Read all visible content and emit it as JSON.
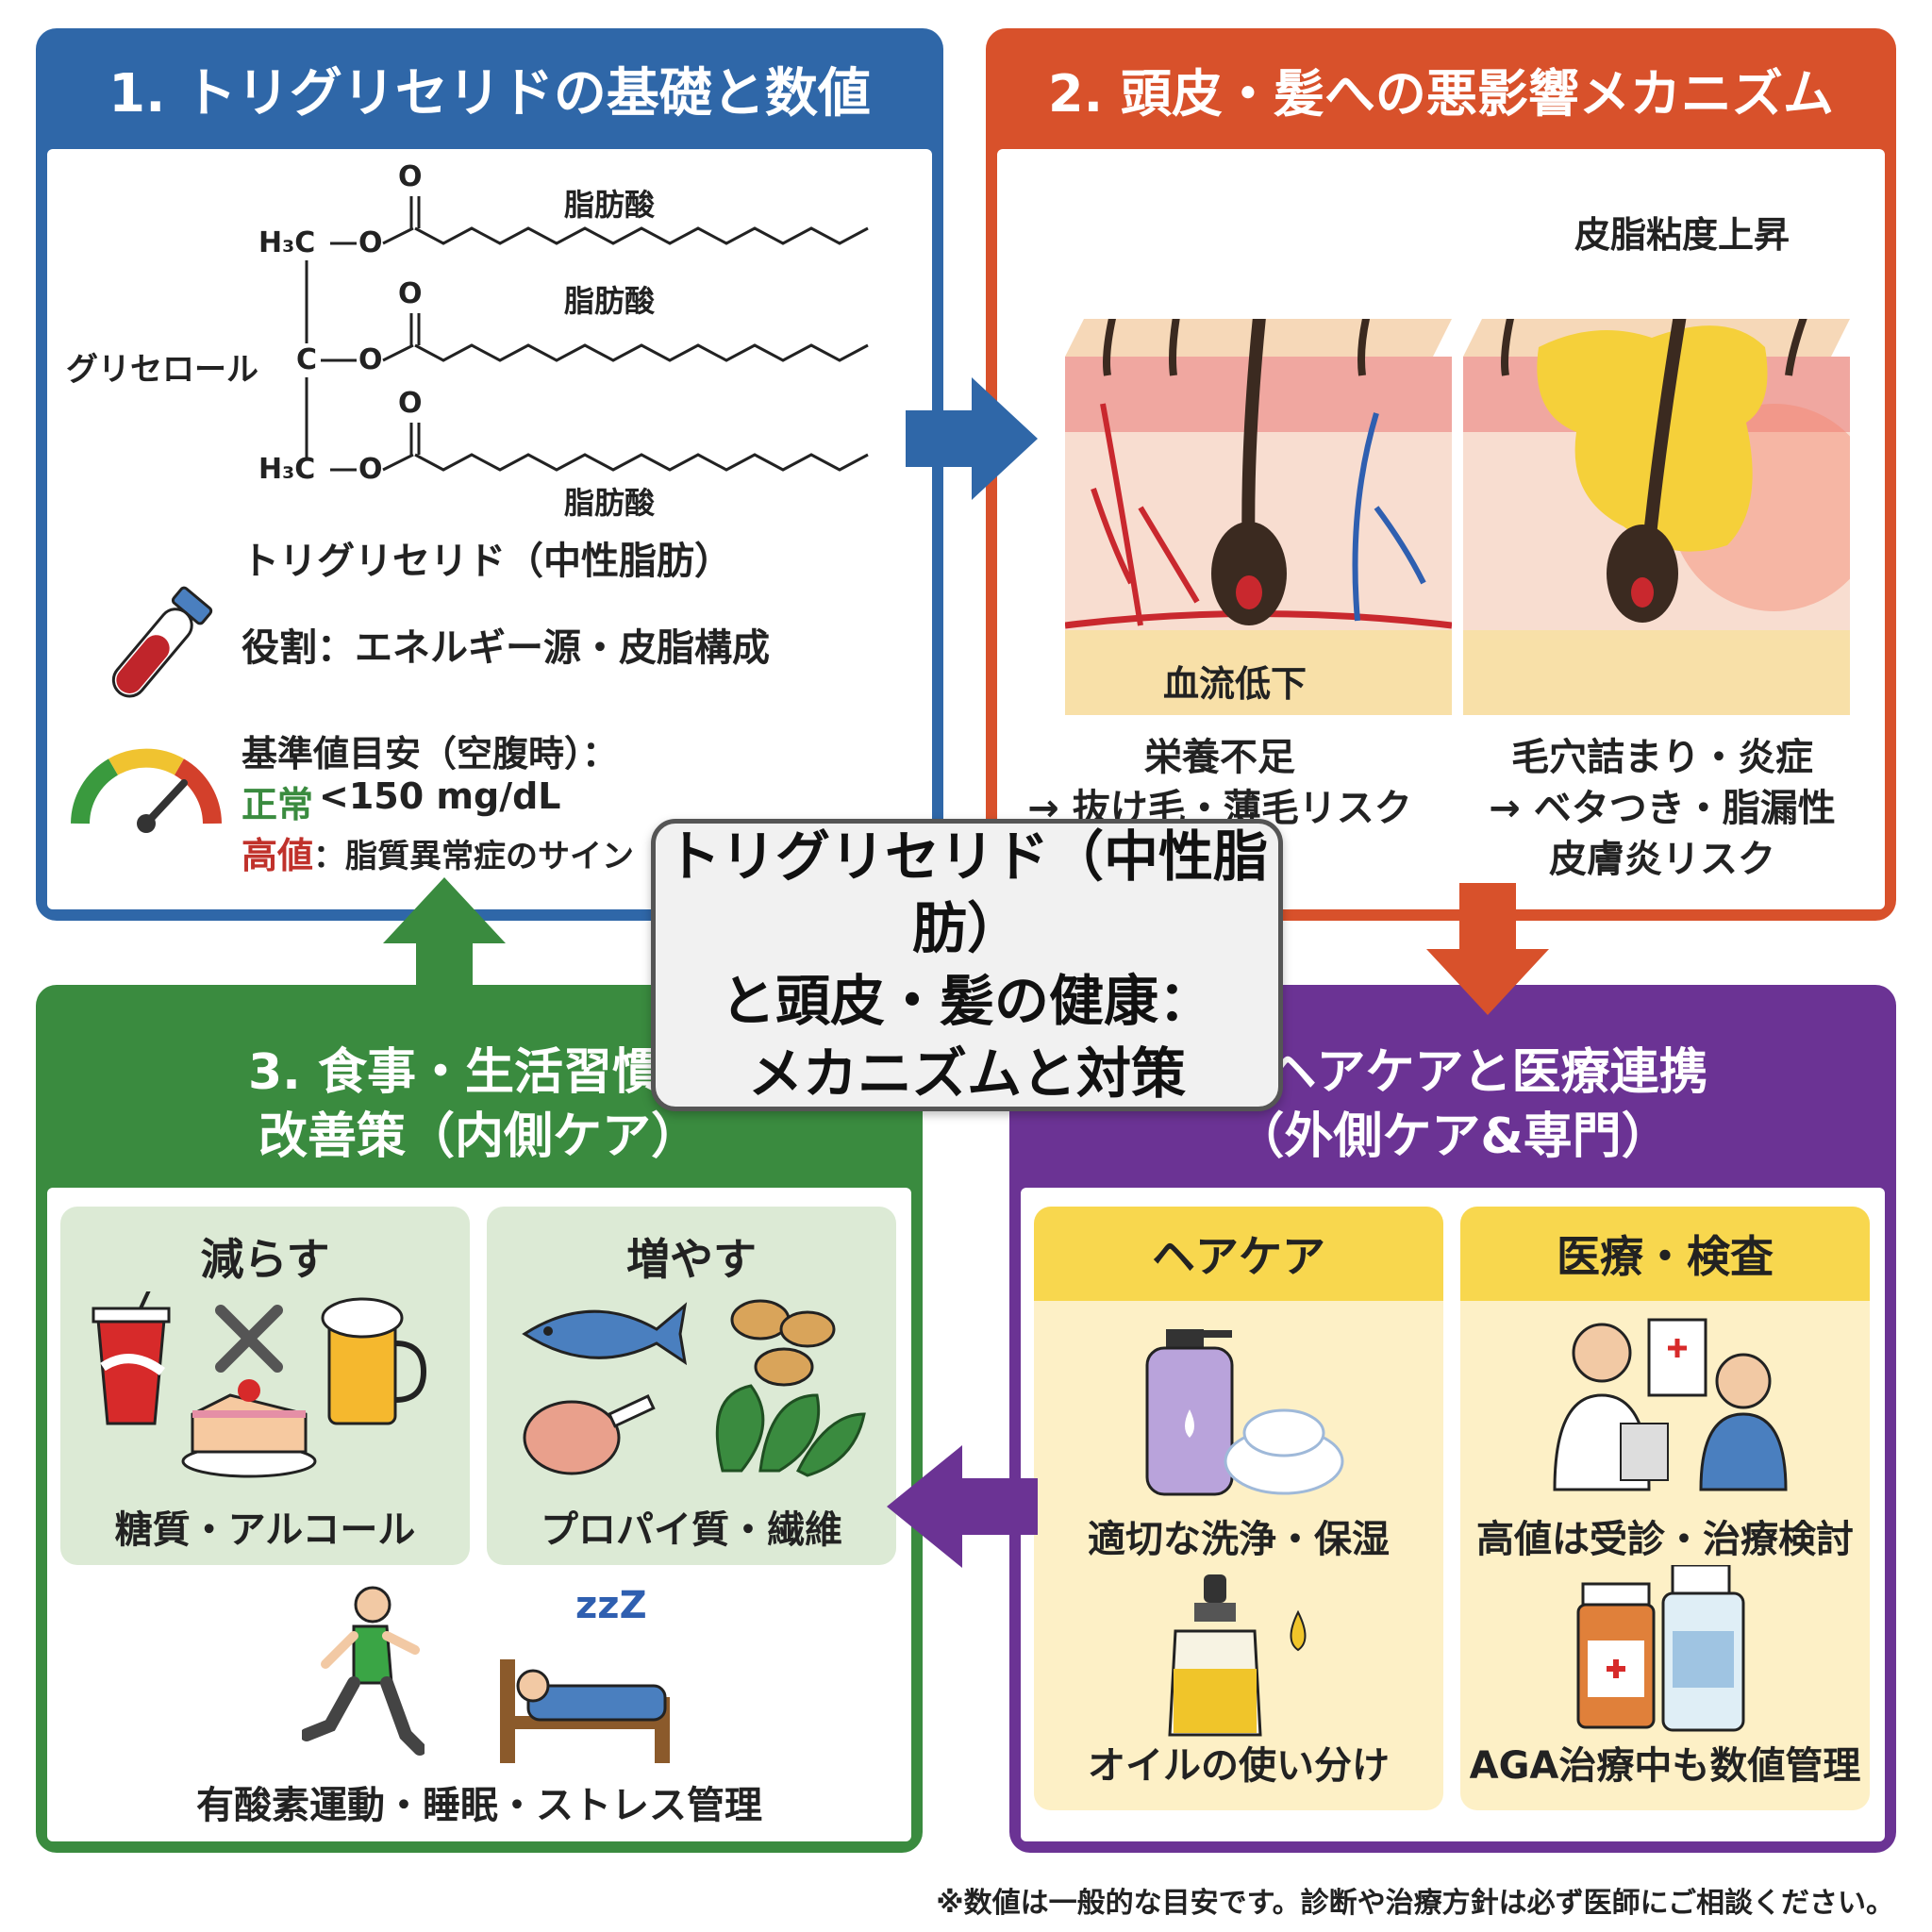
{
  "center": {
    "line1": "トリグリセリド（中性脂肪）",
    "line2": "と頭皮・髪の健康：",
    "line3": "メカニズムと対策"
  },
  "panel1": {
    "title": "1. トリグリセリドの基礎と数値",
    "structure": {
      "fatty_acid_top": "脂肪酸",
      "fatty_acid_mid": "脂肪酸",
      "fatty_acid_bottom": "脂肪酸",
      "glycerol": "グリセロール",
      "h3c_top": "H₃C",
      "c_mid": "C",
      "h3c_bottom": "H₃C",
      "o": "O",
      "name": "トリグリセリド（中性脂肪）"
    },
    "role": "役割：エネルギー源・皮脂構成",
    "reference": {
      "heading": "基準値目安（空腹時）：",
      "normal_label": "正常",
      "normal_value": "<150 mg/dL",
      "high_label": "高値",
      "high_value": "：脂質異常症のサイン"
    }
  },
  "panel2": {
    "title": "2. 頭皮・髪への悪影響メカニズム",
    "left": {
      "image_label": "血流低下",
      "caption_line1": "栄養不足",
      "caption_line2": "→ 抜け毛・薄毛リスク"
    },
    "right": {
      "image_label": "皮脂粘度上昇",
      "caption_line1": "毛穴詰まり・炎症",
      "caption_line2": "→ ベタつき・脂漏性",
      "caption_line3": "皮膚炎リスク"
    }
  },
  "panel3": {
    "title_line1": "3. 食事・生活習慣の",
    "title_line2": "改善策（内側ケア）",
    "reduce": {
      "heading": "減らす",
      "caption": "糖質・アルコール"
    },
    "increase": {
      "heading": "増やす",
      "caption": "プロパイ質・繊維"
    },
    "lifestyle": {
      "caption": "有酸素運動・睡眠・ストレス管理",
      "sleep_text": "zzZ"
    }
  },
  "panel4": {
    "title_line1": "4. ヘアケアと医療連携",
    "title_line2": "（外側ケア&専門）",
    "haircare": {
      "heading": "ヘアケア",
      "caption1": "適切な洗浄・保湿",
      "caption2": "オイルの使い分け"
    },
    "medical": {
      "heading": "医療・検査",
      "caption1": "高値は受診・治療検討",
      "caption2": "AGA治療中も数値管理"
    }
  },
  "footnote": "※数値は一般的な目安です。診断や治療方針は必ず医師にご相談ください。",
  "colors": {
    "blue": "#2f67a8",
    "orange": "#d8512b",
    "green": "#3a8b3f",
    "purple": "#6b3394",
    "normal": "#3a8b3f",
    "high": "#c0312b"
  },
  "icons": {
    "flow_arrows": [
      "arrow-right-icon",
      "arrow-down-icon",
      "arrow-left-icon",
      "arrow-up-icon"
    ],
    "panel1": [
      "blood-tube-icon",
      "gauge-icon"
    ],
    "panel3": [
      "soda-icon",
      "cross-icon",
      "beer-icon",
      "cake-icon",
      "fish-icon",
      "beans-icon",
      "chicken-icon",
      "greens-icon",
      "runner-icon",
      "sleep-icon"
    ],
    "panel4": [
      "shampoo-bottle-icon",
      "foam-icon",
      "oil-dropper-icon",
      "doctor-patient-icon",
      "medicine-bottles-icon"
    ]
  }
}
